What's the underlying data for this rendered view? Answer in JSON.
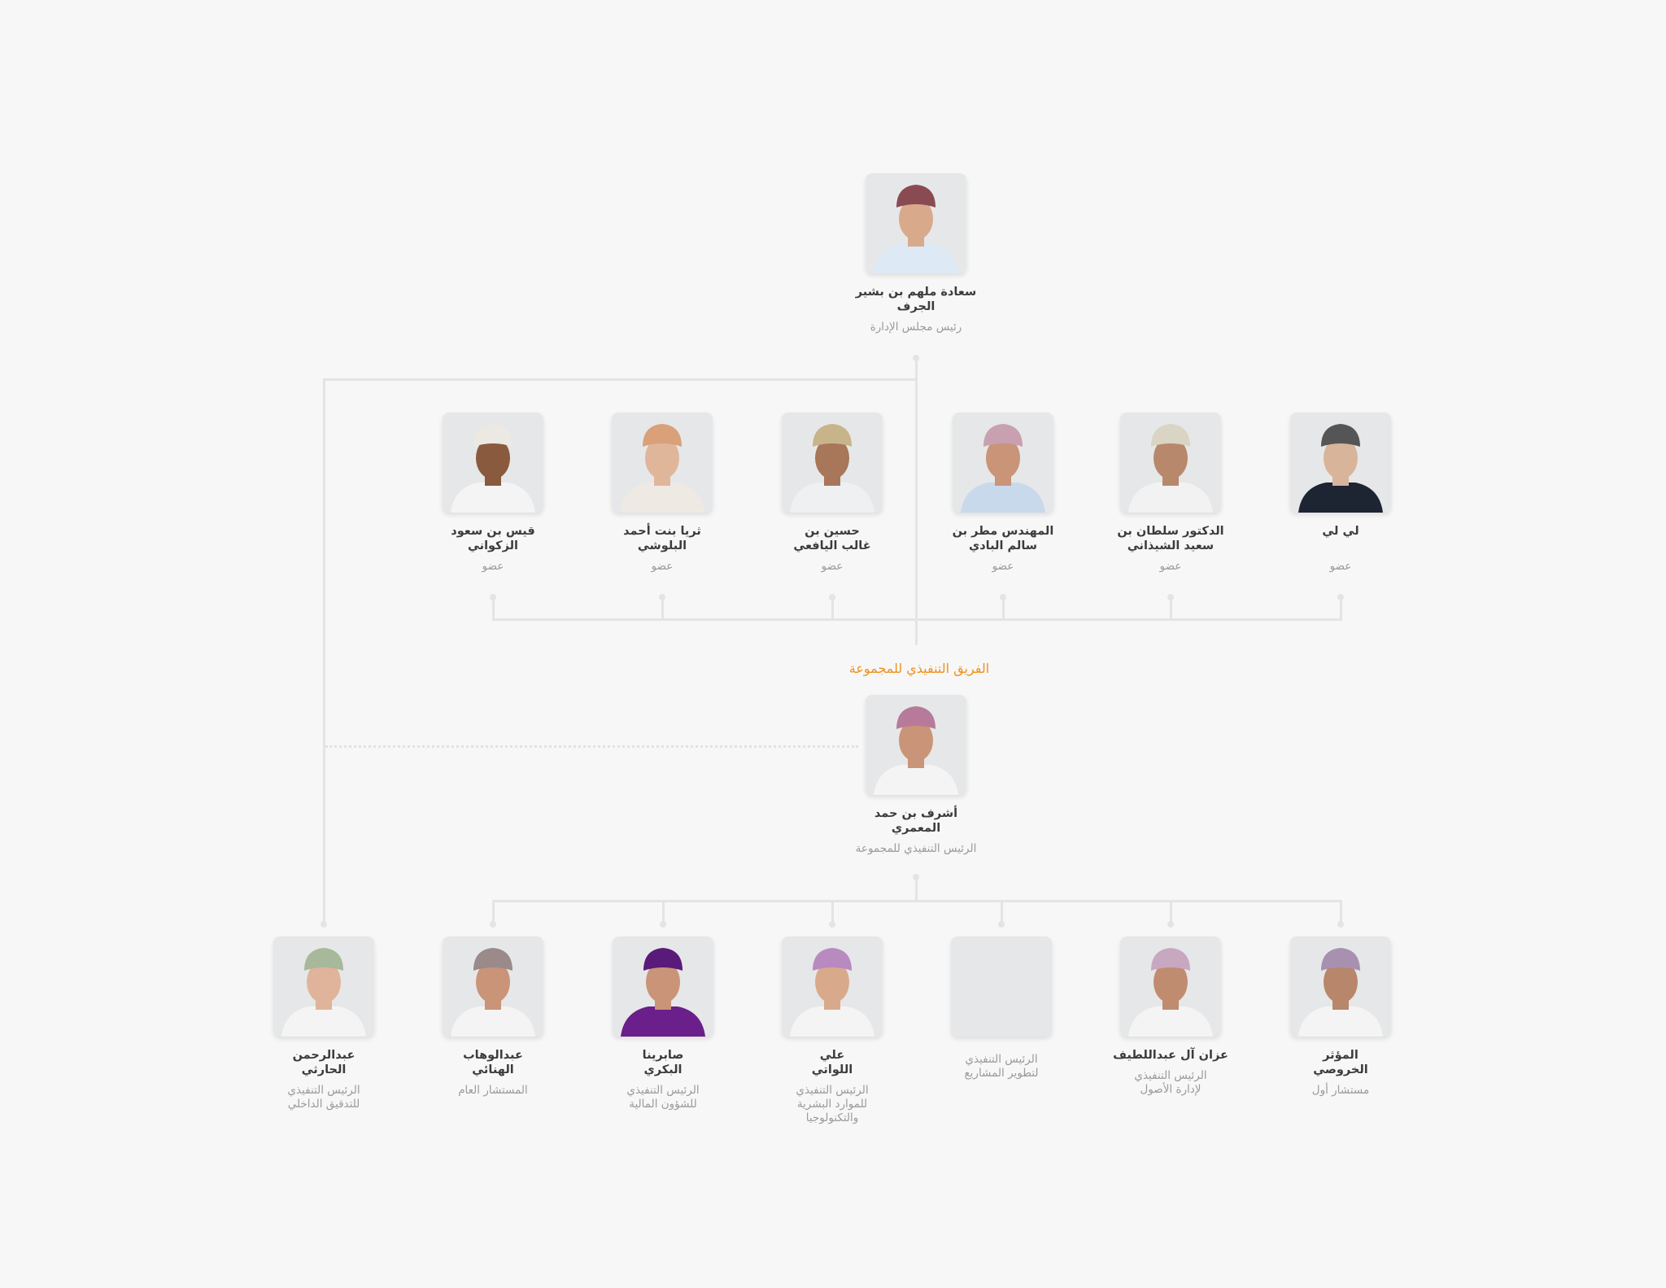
{
  "chairman": {
    "name_lines": [
      "سعادة ملهم بن بشير",
      "الجرف"
    ],
    "title_lines": [
      "رئيس مجلس الإدارة"
    ],
    "turban": "#8a4a52",
    "skin": "#d9a98c",
    "robe": "#dde9f5"
  },
  "board": [
    {
      "name_lines": [
        "قيس بن سعود",
        "الزكواني"
      ],
      "title_lines": [
        "عضو"
      ],
      "turban": "#ece9e2",
      "skin": "#8a5a3e",
      "robe": "#f4f4f4"
    },
    {
      "name_lines": [
        "ثريا بنت أحمد",
        "البلوشي"
      ],
      "title_lines": [
        "عضو"
      ],
      "turban": "#d9a07a",
      "skin": "#e0b69a",
      "robe": "#efe9e4"
    },
    {
      "name_lines": [
        "حسين بن",
        "غالب اليافعي"
      ],
      "title_lines": [
        "عضو"
      ],
      "turban": "#c8b48a",
      "skin": "#a87658",
      "robe": "#eef0f2"
    },
    {
      "name_lines": [
        "المهندس مطر بن",
        "سالم البادي"
      ],
      "title_lines": [
        "عضو"
      ],
      "turban": "#c9a0b0",
      "skin": "#c99478",
      "robe": "#c9d9ec"
    },
    {
      "name_lines": [
        "الدكتور سلطان بن",
        "سعيد الشيذاني"
      ],
      "title_lines": [
        "عضو"
      ],
      "turban": "#d9d4c4",
      "skin": "#b8886c",
      "robe": "#f2f2f2"
    },
    {
      "name_lines": [
        "لي لي"
      ],
      "title_lines": [
        "عضو"
      ],
      "turban": "#555555",
      "skin": "#d8b49a",
      "robe": "#1d2533"
    }
  ],
  "section_title": "الفريق التنفيذي للمجموعة",
  "ceo": {
    "name_lines": [
      "أشرف بن حمد",
      "المعمري"
    ],
    "title_lines": [
      "الرئيس التنفيذي للمجموعة"
    ],
    "turban": "#b87a9a",
    "skin": "#c99478",
    "robe": "#f4f4f4"
  },
  "executives": [
    {
      "name_lines": [
        "عبدالرحمن",
        "الحارثي"
      ],
      "title_lines": [
        "الرئيس التنفيذي",
        "للتدقيق الداخلي"
      ],
      "turban": "#a8b89a",
      "skin": "#e0b49a",
      "robe": "#f4f4f4"
    },
    {
      "name_lines": [
        "عبدالوهاب",
        "الهنائي"
      ],
      "title_lines": [
        "المستشار العام"
      ],
      "turban": "#9a8a8a",
      "skin": "#c99478",
      "robe": "#f4f4f4"
    },
    {
      "name_lines": [
        "صابرينا",
        "البكري"
      ],
      "title_lines": [
        "الرئيس التنفيذي",
        "للشؤون المالية"
      ],
      "turban": "#5a1a7a",
      "skin": "#c99478",
      "robe": "#6a1f8a"
    },
    {
      "name_lines": [
        "علي",
        "اللواتي"
      ],
      "title_lines": [
        "الرئيس التنفيذي",
        "للموارد البشرية",
        "والتكنولوجيا"
      ],
      "turban": "#b88ac0",
      "skin": "#d9a98c",
      "robe": "#f4f4f4"
    },
    {
      "name_lines": [],
      "title_lines": [
        "الرئيس التنفيذي",
        "لتطوير المشاريع"
      ],
      "empty": true
    },
    {
      "name_lines": [
        "عزان آل عبداللطيف"
      ],
      "title_lines": [
        "الرئيس التنفيذي",
        "لإدارة الأصول"
      ],
      "turban": "#c8a8c0",
      "skin": "#c08c70",
      "robe": "#f4f4f4"
    },
    {
      "name_lines": [
        "المؤثر",
        "الخروصي"
      ],
      "title_lines": [
        "مستشار أول"
      ],
      "turban": "#a890b0",
      "skin": "#b8866a",
      "robe": "#f4f4f4"
    }
  ],
  "colors": {
    "accent": "#f0901e",
    "connector": "#e4e4e4",
    "background": "#f7f7f7"
  }
}
